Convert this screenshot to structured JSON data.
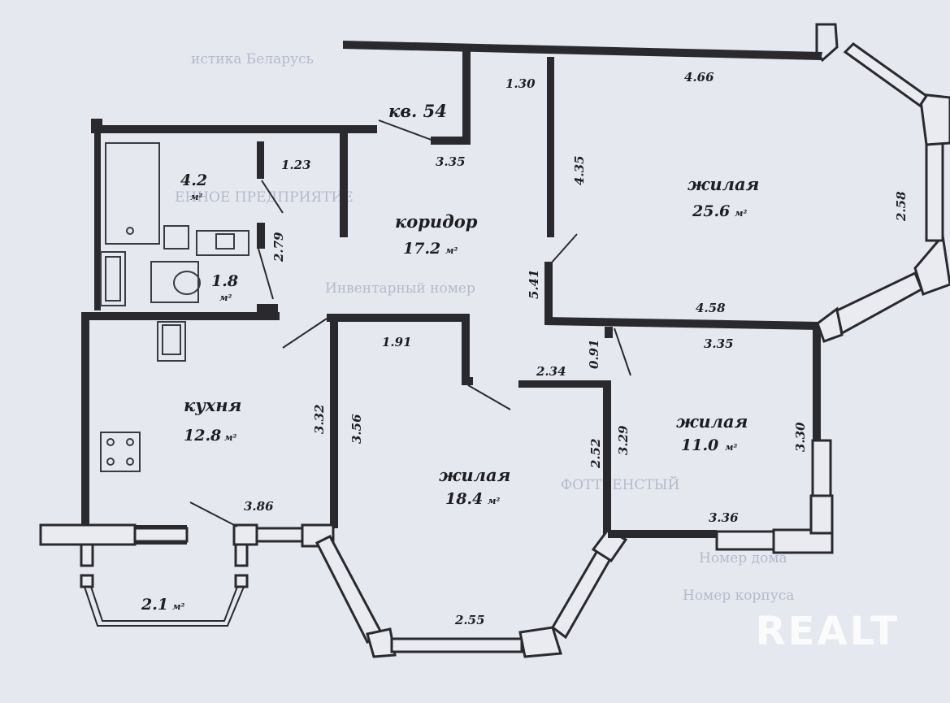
{
  "apartment_label": "кв. 54",
  "rooms": {
    "bathroom": {
      "area": "4.2",
      "unit": "м²"
    },
    "toilet": {
      "area": "1.8",
      "unit": "м²"
    },
    "corridor": {
      "name": "коридор",
      "area": "17.2",
      "unit": "м²"
    },
    "living_large": {
      "name": "жилая",
      "area": "25.6",
      "unit": "м²"
    },
    "kitchen": {
      "name": "кухня",
      "area": "12.8",
      "unit": "м²"
    },
    "living_middle": {
      "name": "жилая",
      "area": "18.4",
      "unit": "м²"
    },
    "living_right": {
      "name": "жилая",
      "area": "11.0",
      "unit": "м²"
    },
    "balcony": {
      "area": "2.1",
      "unit": "м²"
    }
  },
  "dimensions": {
    "d_1_30": "1.30",
    "d_4_66": "4.66",
    "d_3_35_top": "3.35",
    "d_1_23": "1.23",
    "d_4_35": "4.35",
    "d_2_58": "2.58",
    "d_2_79": "2.79",
    "d_5_41": "5.41",
    "d_4_58": "4.58",
    "d_3_35_right": "3.35",
    "d_1_91": "1.91",
    "d_0_91": "0.91",
    "d_2_34": "2.34",
    "d_3_32": "3.32",
    "d_3_56": "3.56",
    "d_2_52": "2.52",
    "d_3_29": "3.29",
    "d_3_30": "3.30",
    "d_3_86": "3.86",
    "d_3_36": "3.36",
    "d_2_55": "2.55"
  },
  "watermark": "REALT",
  "background_text": {
    "line1": "истикa Беларусь",
    "line2": "ЕННОЕ ПРЕДПРИЯТИЕ",
    "line3": "Инвентарный номер",
    "line4": "ФОТТВЕНСТЫЙ",
    "line5": "Номер дома",
    "line6": "Номер корпуса"
  },
  "colors": {
    "paper": "#e6e8f0",
    "ink": "#2a2a2e",
    "watermark": "#ffffff"
  }
}
